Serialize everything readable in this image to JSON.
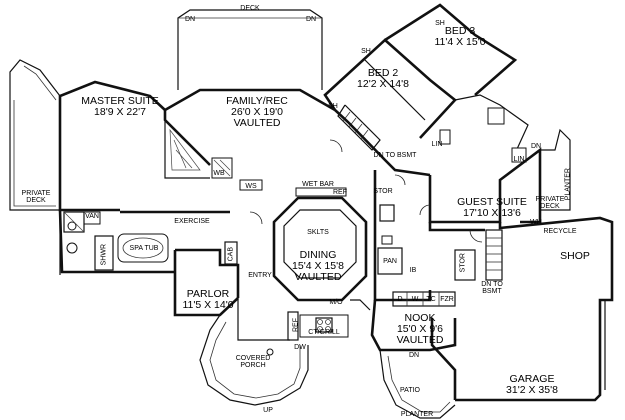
{
  "rooms": {
    "bed3": {
      "name": "BED 3",
      "size": "11'4 X 15'0"
    },
    "bed2": {
      "name": "BED 2",
      "size": "12'2 X 14'8"
    },
    "master": {
      "name": "MASTER SUITE",
      "size": "18'9 X 22'7"
    },
    "family": {
      "name": "FAMILY/REC",
      "size": "26'0 X 19'0",
      "note": "VAULTED"
    },
    "guest": {
      "name": "GUEST SUITE",
      "size": "17'10 X 13'6"
    },
    "dining": {
      "name": "DINING",
      "size": "15'4 X 15'8",
      "note": "VAULTED"
    },
    "parlor": {
      "name": "PARLOR",
      "size": "11'5 X 14'0"
    },
    "nook": {
      "name": "NOOK",
      "size": "15'0 X 9'6",
      "note": "VAULTED"
    },
    "garage": {
      "name": "GARAGE",
      "size": "31'2 X 35'8"
    },
    "shop": {
      "name": "SHOP"
    }
  },
  "labels": {
    "deck": "DECK",
    "dn": "DN",
    "dn_to_bsmt": "DN TO BSMT",
    "dn_to_bsmt2": "DN TO\nBSMT",
    "private_deck": "PRIVATE\nDECK",
    "private_deck2": "PRIVATE\nDECK",
    "planter": "PLANTER",
    "planter2": "PLANTER",
    "sh": "SH",
    "lin": "LIN",
    "stor": "STOR",
    "wb": "WB",
    "ws": "WS",
    "wet_bar": "WET BAR",
    "ref": "REF",
    "van": "VAN",
    "shwr": "SHWR",
    "spa_tub": "SPA TUB",
    "exercise": "EXERCISE",
    "cab": "CAB",
    "skylts": "SKLTS",
    "entry": "ENTRY",
    "pan": "PAN",
    "ib": "IB",
    "wh": "WH",
    "recycle": "RECYCLE",
    "d": "D",
    "w": "W",
    "tc": "TC",
    "fzr": "FZR",
    "m_o": "M/O",
    "ct_grill": "CT/GRILL",
    "dw": "DW",
    "covered_porch": "COVERED\nPORCH",
    "patio": "PATIO",
    "up": "UP"
  }
}
